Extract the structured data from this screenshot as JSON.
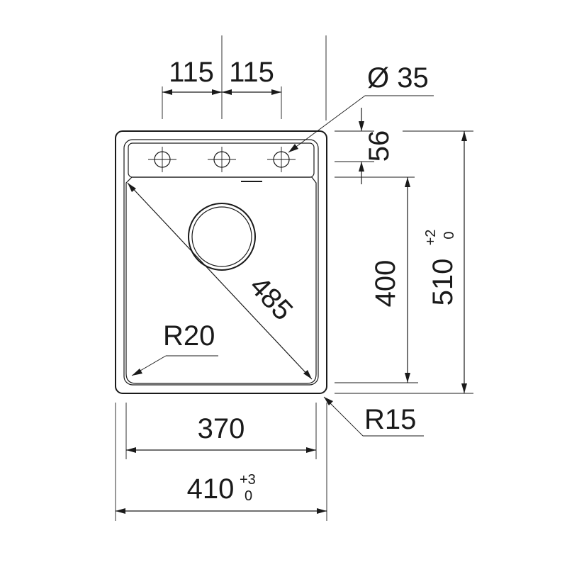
{
  "dimensions": {
    "tap_spacing_left": "115",
    "tap_spacing_right": "115",
    "tap_hole_diameter": "Ø 35",
    "deck_depth": "56",
    "bowl_length": "400",
    "overall_length": "510",
    "overall_length_tol_upper": "+2",
    "overall_length_tol_lower": "0",
    "bowl_diagonal": "485",
    "inner_corner_radius": "R20",
    "outer_corner_radius": "R15",
    "bowl_width": "370",
    "overall_width": "410",
    "overall_width_tol_upper": "+3",
    "overall_width_tol_lower": "0"
  }
}
